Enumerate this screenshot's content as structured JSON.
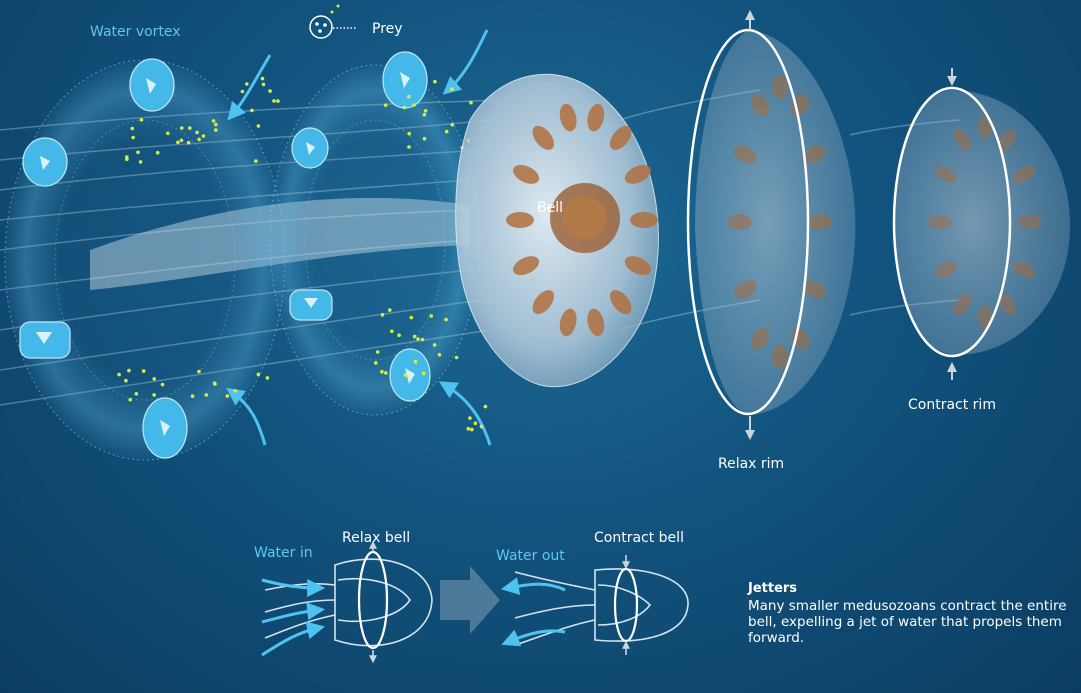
{
  "labels": {
    "water_vortex": "Water vortex",
    "prey": "Prey",
    "bell": "Bell",
    "relax_rim": "Relax rim",
    "contract_rim": "Contract rim",
    "water_in": "Water in",
    "relax_bell": "Relax bell",
    "water_out": "Water out",
    "contract_bell": "Contract bell"
  },
  "note": {
    "title": "Jetters",
    "body": "Many smaller medusozoans contract the entire bell, expelling a jet of water that propels them forward."
  },
  "colors": {
    "background": "#12537e",
    "vortex": "#4fc3f0",
    "prey": "#d7ef3c",
    "bell_tissue": "#c9dbe8",
    "gonads": "#b0703e",
    "rim": "#ffffff"
  }
}
